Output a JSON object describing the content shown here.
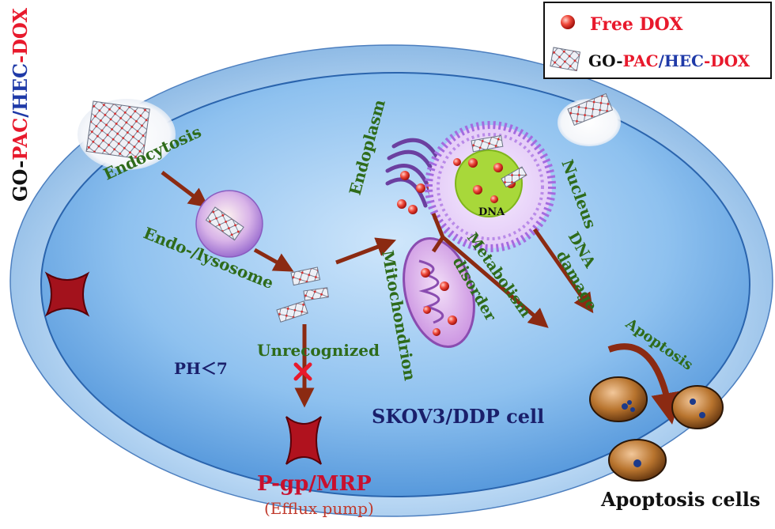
{
  "legend": {
    "free_dox": "Free DOX",
    "complex_parts": [
      "GO-",
      "PAC",
      "/",
      "HEC",
      "-DOX"
    ]
  },
  "left_label_parts": [
    "GO-",
    "PAC",
    "/",
    "HEC",
    "-DOX"
  ],
  "labels": {
    "endocytosis": "Endocytosis",
    "endo_lysosome": "Endo-/lysosome",
    "unrecognized": "Unrecognized",
    "ph": "PH＜7",
    "endoplasm": "Endoplasm",
    "mitochondrion": "Mitochondrion",
    "metabolism": "Metabolism",
    "disorder": "disorder",
    "nucleus": "Nucleus",
    "dna": "DNA",
    "dna_damage_1": "DNA",
    "dna_damage_2": "damage",
    "apoptosis": "Apoptosis",
    "cell_name": "SKOV3/DDP cell",
    "pump": "P-gp/MRP",
    "pump_sub": "(Efflux pump)",
    "apoptosis_cells": "Apoptosis cells"
  },
  "colors": {
    "go": "#111111",
    "pac": "#e8192c",
    "hec": "#1f3aa8",
    "dox": "#e8192c",
    "label_green": "#2e6b1a",
    "navy": "#1a1f6b",
    "pump_red": "#c8102e",
    "pump_sub": "#c0392b",
    "arrow": "#8b2a12",
    "cell_outer": "#aecff0",
    "cell_inner": "#4a8fd6"
  },
  "icons": {
    "free_dox": "red-sphere-icon",
    "complex": "graphene-sheet-icon",
    "blocked": "red-x-icon",
    "pump": "efflux-pump-icon"
  }
}
